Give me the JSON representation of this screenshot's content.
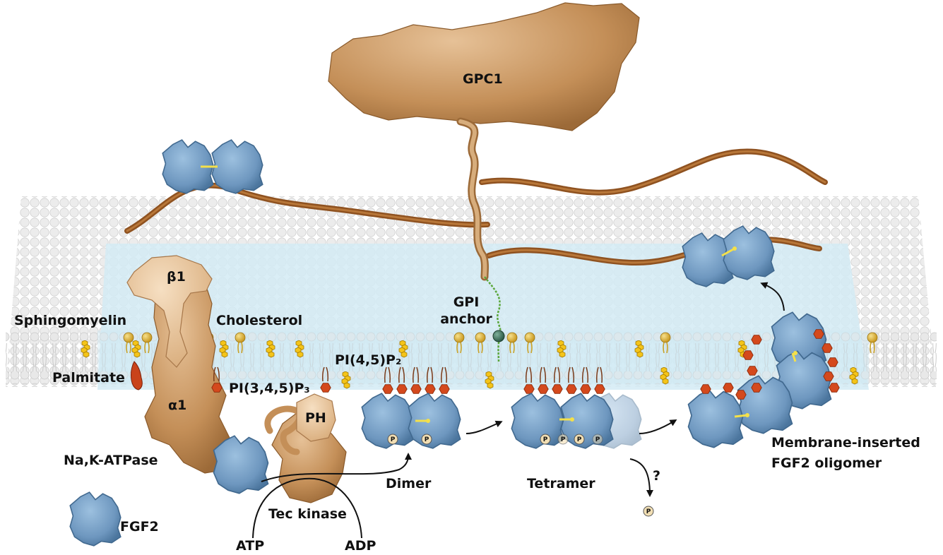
{
  "labels": {
    "gpc1": "GPC1",
    "beta1": "β1",
    "sphingomyelin": "Sphingomyelin",
    "cholesterol": "Cholesterol",
    "gpi_line1": "GPI",
    "gpi_line2": "anchor",
    "pi45p2": "PI(4,5)P₂",
    "pi345p3": "PI(3,4,5)P₃",
    "palmitate": "Palmitate",
    "alpha1": "α1",
    "ph": "PH",
    "na_k_atpase": "Na,K-ATPase",
    "dimer": "Dimer",
    "tetramer": "Tetramer",
    "question": "?",
    "oligomer_line1": "Membrane-inserted",
    "oligomer_line2": "FGF2 oligomer",
    "tec_kinase": "Tec kinase",
    "atp": "ATP",
    "adp": "ADP",
    "fgf2": "FGF2",
    "phosphate": "P"
  },
  "colors": {
    "fgf2": "#7ba3c8",
    "fgf2_dark": "#3d6488",
    "protein": "#c9955e",
    "protein_light": "#e2bd92",
    "heparan_chain": "#a8652a",
    "gpi": "#6fbf4a",
    "pip": "#d4491d",
    "lipid_head": "#e0b83a",
    "cholesterol": "#f0c419",
    "lipid_raft": "#d6edf5",
    "membrane_grey": "#e6e6e6"
  }
}
